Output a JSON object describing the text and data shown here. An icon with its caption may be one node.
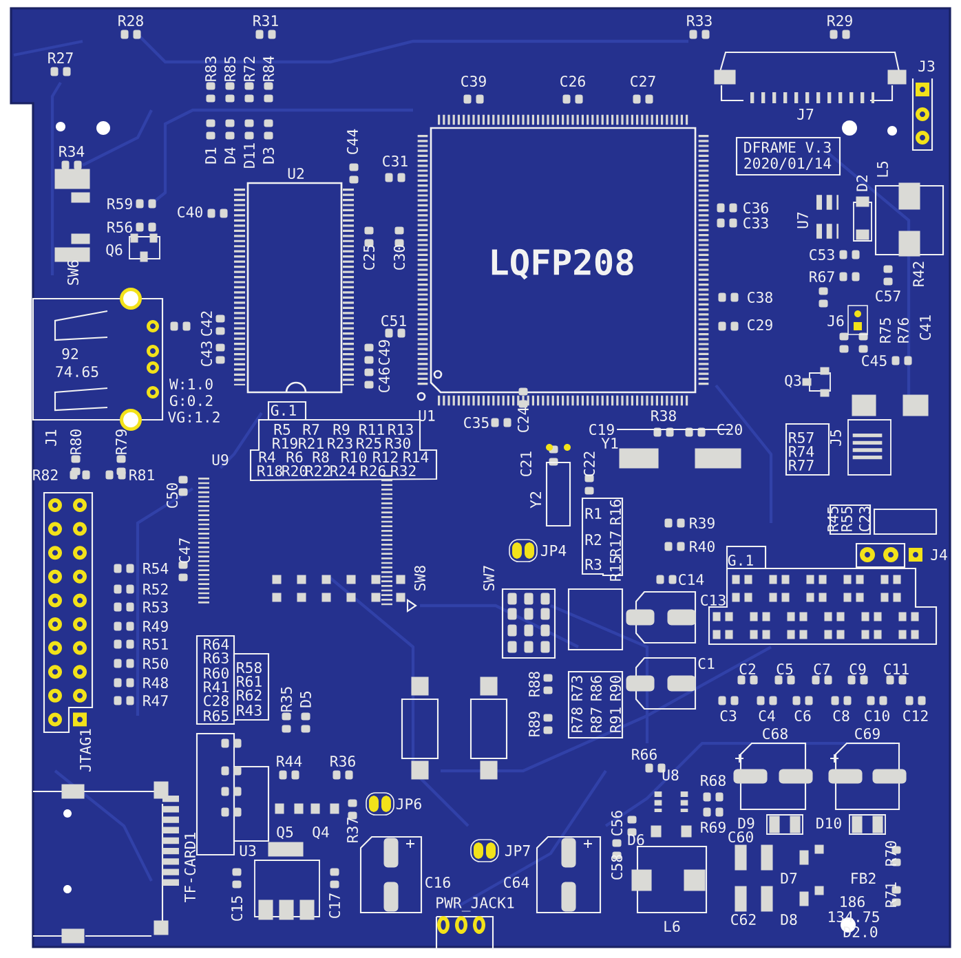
{
  "diagram": {
    "labels": [
      "R28",
      "R31",
      "R33",
      "R29",
      "R27",
      "J3",
      "R83",
      "R85",
      "R72",
      "R84",
      "C39",
      "C26",
      "C27",
      "J7",
      "D1",
      "D4",
      "D11",
      "D3",
      "C44",
      "R34",
      "DFRAME V.3",
      "2020/01/14",
      "U2",
      "C31",
      "D2",
      "L5",
      "R59",
      "C40",
      "C36",
      "C33",
      "U7",
      "R56",
      "Q6",
      "SW6",
      "C25",
      "C30",
      "LQFP208",
      "C53",
      "R67",
      "C57",
      "R42",
      "C38",
      "C29",
      "C42",
      "C43",
      "C51",
      "C49",
      "C46",
      "J6",
      "R75",
      "R76",
      "C41",
      "92",
      "74.65",
      "W:1.0",
      "G:0.2",
      "VG:1.2",
      "C45",
      "Q3",
      "G.1",
      "U1",
      "C35",
      "C24",
      "R38",
      "J1",
      "R80",
      "R79",
      "R5",
      "R7",
      "R9",
      "R11",
      "R13",
      "C19",
      "C20",
      "R57",
      "J5",
      "R19",
      "R21",
      "R23",
      "R25",
      "R30",
      "Y1",
      "R74",
      "U9",
      "R4",
      "R6",
      "R8",
      "R10",
      "R12",
      "R14",
      "C21",
      "C22",
      "R77",
      "R82",
      "R81",
      "R18",
      "R20",
      "R22",
      "R24",
      "R26",
      "R32",
      "C50",
      "Y2",
      "R1",
      "R16",
      "R45",
      "R55",
      "C23",
      "R39",
      "C47",
      "JP4",
      "R2",
      "R17",
      "R40",
      "J4",
      "R54",
      "R3",
      "R15",
      "G.1",
      "C14",
      "SW8",
      "SW7",
      "R52",
      "C13",
      "R53",
      "R49",
      "R51",
      "R64",
      "R63",
      "R50",
      "R60",
      "R58",
      "C1",
      "C2",
      "C5",
      "C7",
      "C9",
      "C11",
      "R48",
      "R41",
      "R61",
      "R88",
      "R73",
      "R86",
      "R90",
      "R62",
      "R47",
      "C28",
      "R35",
      "D5",
      "R65",
      "R43",
      "R89",
      "R78",
      "R87",
      "R91",
      "C3",
      "C4",
      "C6",
      "C8",
      "C10",
      "C12",
      "C68",
      "C69",
      "JTAG1",
      "R44",
      "R36",
      "R66",
      "U8",
      "R68",
      "JP6",
      "Q5",
      "Q4",
      "R37",
      "C56",
      "D6",
      "R69",
      "C60",
      "D9",
      "D10",
      "U3",
      "JP7",
      "R70",
      "TF-CARD1",
      "C16",
      "C64",
      "C58",
      "D7",
      "FB2",
      "C15",
      "C17",
      "PWR_JACK1",
      "L6",
      "C62",
      "D8",
      "186",
      "134.75",
      "D2.0",
      "R71"
    ]
  }
}
